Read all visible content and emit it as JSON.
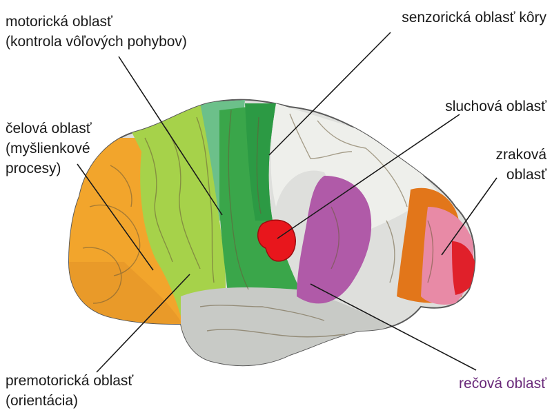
{
  "labels": {
    "motor": [
      "motorická oblasť",
      "(kontrola vôľových pohybov)"
    ],
    "sensory": [
      "senzorická oblasť kôry"
    ],
    "auditory": [
      "sluchová oblasť"
    ],
    "frontal": [
      "čelová oblasť",
      "(myšlienkové",
      "procesy)"
    ],
    "visual": [
      "zraková",
      "oblasť"
    ],
    "premotor": [
      "premotorická oblasť",
      "(orientácia)"
    ],
    "speech": [
      "rečová oblasť"
    ]
  },
  "region_colors": {
    "frontal": "#f2a52c",
    "premotor": "#a6d24a",
    "motor": "#3aa64a",
    "sensory": "#e4e6e2",
    "auditory": "#e8161c",
    "speech": "#b05aa8",
    "visual_border": "#e2761a",
    "visual_inner": "#e88aa6",
    "temporal": "#c8cac6"
  }
}
